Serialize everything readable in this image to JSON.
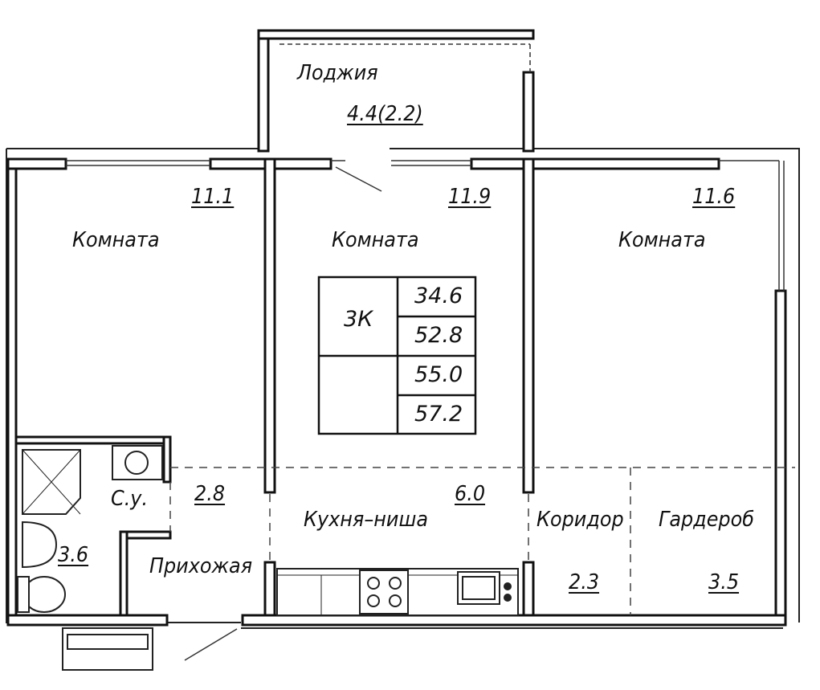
{
  "rooms": {
    "loggia": {
      "name": "Лоджия",
      "area": "4.4(2.2)"
    },
    "room_left": {
      "name": "Комната",
      "area": "11.1"
    },
    "room_middle": {
      "name": "Комната",
      "area": "11.9"
    },
    "room_right": {
      "name": "Комната",
      "area": "11.6"
    },
    "bathroom": {
      "name": "С.у.",
      "area": "3.6"
    },
    "hallway": {
      "name": "Прихожая",
      "area": "2.8"
    },
    "kitchen": {
      "name": "Кухня–ниша",
      "area": "6.0"
    },
    "corridor": {
      "name": "Коридор",
      "area": "2.3"
    },
    "wardrobe": {
      "name": "Гардероб",
      "area": "3.5"
    }
  },
  "summary": {
    "type": "3К",
    "values": [
      "34.6",
      "52.8",
      "55.0",
      "57.2"
    ]
  },
  "colors": {
    "wall": "#111111",
    "line": "#222222",
    "background": "#ffffff"
  }
}
